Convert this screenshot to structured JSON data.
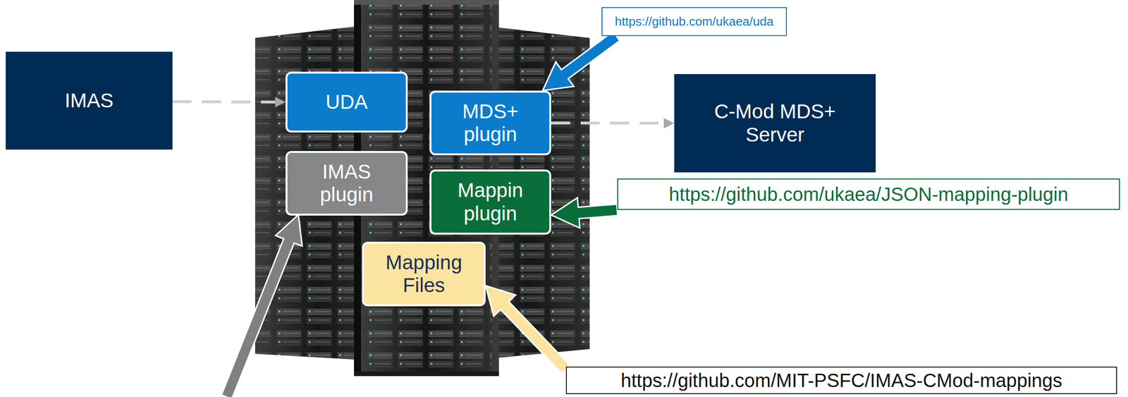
{
  "diagram": {
    "nodes": [
      {
        "text": [
          "IMAS"
        ]
      },
      {
        "text": [
          "UDA"
        ]
      },
      {
        "text": [
          "https://github.com/ukaea/uda"
        ]
      },
      {
        "text": [
          "MDS+ plugin"
        ]
      },
      {
        "text": [
          "C-Mod MDS+ Server"
        ]
      },
      {
        "text": [
          "IMAS plugin"
        ]
      },
      {
        "text": [
          "Mappin plugin"
        ]
      },
      {
        "text": [
          "https://github.com/ukaea/JSON-mapping-plugin"
        ]
      },
      {
        "text": [
          "Mapping Files"
        ]
      },
      {
        "text": [
          "https://github.com/MIT-PSFC/IMAS-CMod-mappings"
        ]
      }
    ],
    "edges": [
      {
        "from": 0,
        "to": 1,
        "arrow": "to"
      },
      {
        "from": 3,
        "to": 4,
        "arrow": "to"
      },
      {
        "from": 2,
        "to": 3,
        "arrow": "to"
      },
      {
        "from": 7,
        "to": 6,
        "arrow": "to"
      },
      {
        "from": 9,
        "to": 8,
        "arrow": "to"
      }
    ]
  }
}
